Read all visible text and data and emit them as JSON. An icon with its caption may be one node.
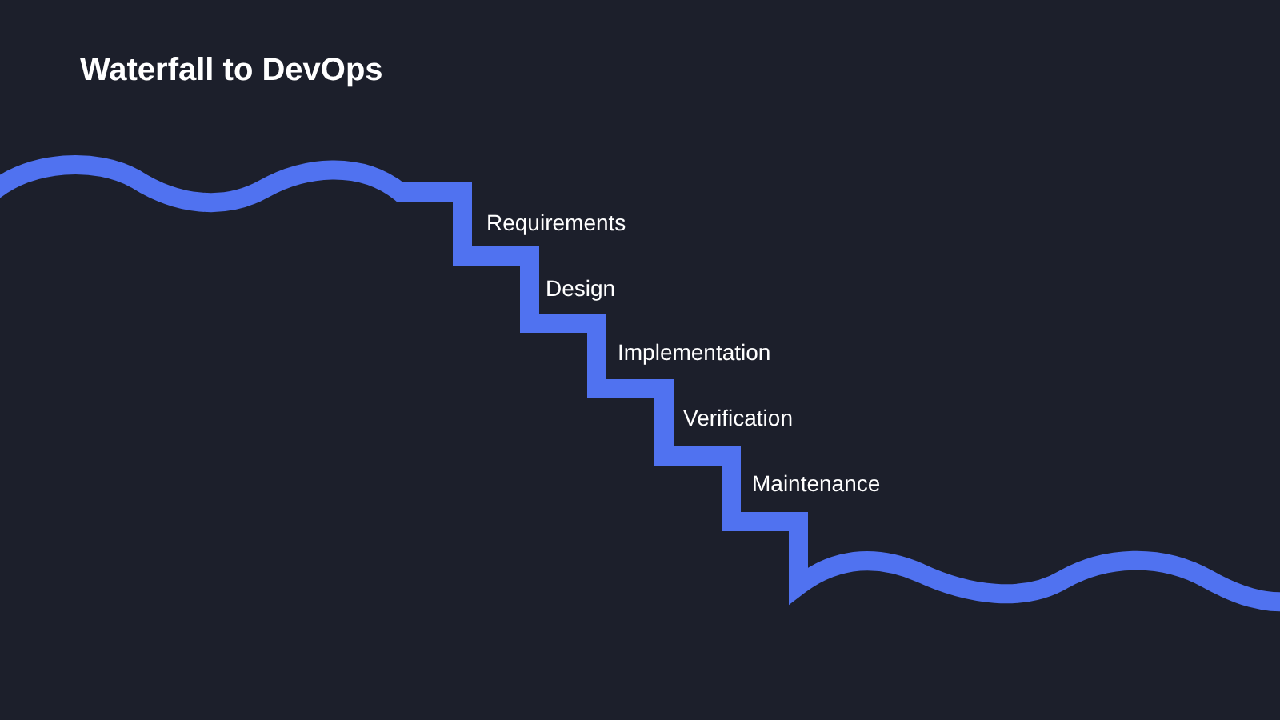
{
  "diagram": {
    "title": "Waterfall to DevOps",
    "labels": [
      "Requirements",
      "Design",
      "Implementation",
      "Verification",
      "Maintenance"
    ]
  }
}
